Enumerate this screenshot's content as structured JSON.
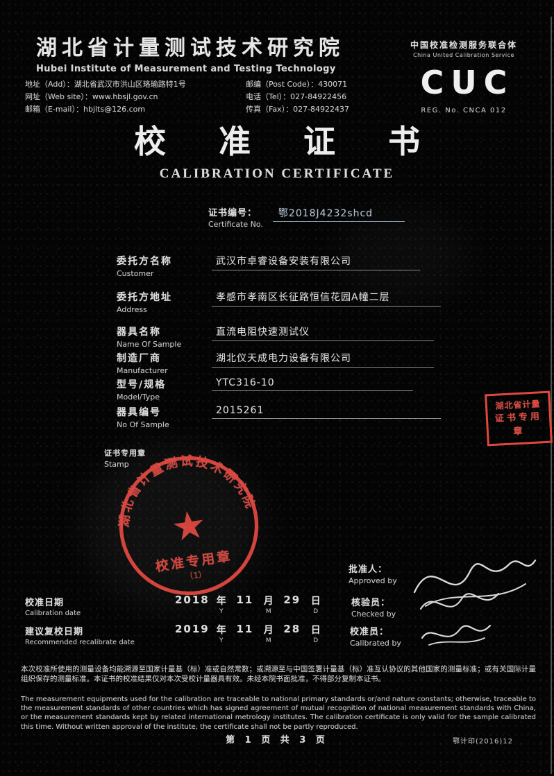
{
  "page": {
    "bg": "#040404",
    "ink": "#dcdcdc",
    "stamp_red": "#e0473f",
    "certno_blue": "#aebfd2"
  },
  "header": {
    "institute_cn": "湖北省计量测试技术研究院",
    "institute_en": "Hubei Institute of Measurement and Testing Technology",
    "contact": {
      "address": "地址（Add）：湖北省武汉市洪山区珞瑜路特1号",
      "postcode": "邮编（Post Code）：430071",
      "website": "网址（Web site）：www.hbsjl.gov.cn",
      "tel": "电话（Tel）：027-84922456",
      "email": "邮箱（E-mail）：hbjlts@126.com",
      "fax": "传真（Fax）：027-84922437"
    },
    "accreditation": {
      "top_line_cn": "中国校准检测服务联合体",
      "top_line_en": "China United Calibration Service",
      "logo": "CUC",
      "bottom_line": "REG. No. CNCA 012"
    }
  },
  "title": {
    "cn": "校 准 证 书",
    "en": "CALIBRATION CERTIFICATE"
  },
  "certificate_no": {
    "label_cn": "证书编号：",
    "label_en": "Certificate No.",
    "value": "鄂2018J4232shcd"
  },
  "fields": [
    {
      "label_cn": "委托方名称",
      "label_en": "Customer",
      "value": "武汉市卓睿设备安装有限公司"
    },
    {
      "label_cn": "委托方地址",
      "label_en": "Address",
      "value": "孝感市孝南区长征路恒信花园A幢二层"
    },
    {
      "label_cn": "器具名称",
      "label_en": "Name Of Sample",
      "value": "直流电阻快速测试仪"
    },
    {
      "label_cn": "制造厂商",
      "label_en": "Manufacturer",
      "value": "湖北仪天成电力设备有限公司"
    },
    {
      "label_cn": "型号/规格",
      "label_en": "Model/Type",
      "value": "YTC316-10"
    },
    {
      "label_cn": "器具编号",
      "label_en": "No Of Sample",
      "value": "2015261"
    }
  ],
  "stamp_section": {
    "label_cn": "证书专用章",
    "label_en": "Stamp",
    "round_stamp": {
      "ring_text": "湖北省计量测试技术研究院",
      "star": "★",
      "bottom_text": "校准专用章",
      "number": "（1）"
    },
    "box_stamp": {
      "line1": "湖北省计量",
      "line2": "证书专用章"
    }
  },
  "signatures": {
    "approved": {
      "label_cn": "批准人：",
      "label_en": "Approved by"
    },
    "checked": {
      "label_cn": "核验员：",
      "label_en": "Checked by"
    },
    "calibrated": {
      "label_cn": "校准员：",
      "label_en": "Calibrated by"
    }
  },
  "dates": {
    "calibration": {
      "label_cn": "校准日期",
      "label_en": "Calibration date",
      "year": "2018",
      "month": "11",
      "day": "29"
    },
    "recalibration": {
      "label_cn": "建议复校日期",
      "label_en": "Recommended recalibrate date",
      "year": "2019",
      "month": "11",
      "day": "28"
    },
    "units": {
      "y_cn": "年",
      "y_en": "Y",
      "m_cn": "月",
      "m_en": "M",
      "d_cn": "日",
      "d_en": "D"
    }
  },
  "footer": {
    "cn_para": "本次校准所使用的测量设备均能溯源至国家计量基（标）准或自然常数；或溯源至与中国签署计量基（标）准互认协议的其他国家的测量标准；或有关国际计量组织保存的测量标准。本证书的校准结果仅对本次受校计量器具有效。未经本院书面批准，不得部分复制本证书。",
    "en_para": "The measurement equipments used for the calibration are traceable to national primary standards or/and nature constants; otherwise, traceable to the measurement standards of other countries which has signed agreement of mutual recognition of national measurement standards with China, or the measurement standards kept by related international metrology institutes. The calibration certificate is only valid for the sample calibrated this time. Without written approval of the institute, the certificate shall not be partly reproduced.",
    "page_info": "第 1 页 共 3 页",
    "doc_code": "鄂计印(2016)12"
  }
}
